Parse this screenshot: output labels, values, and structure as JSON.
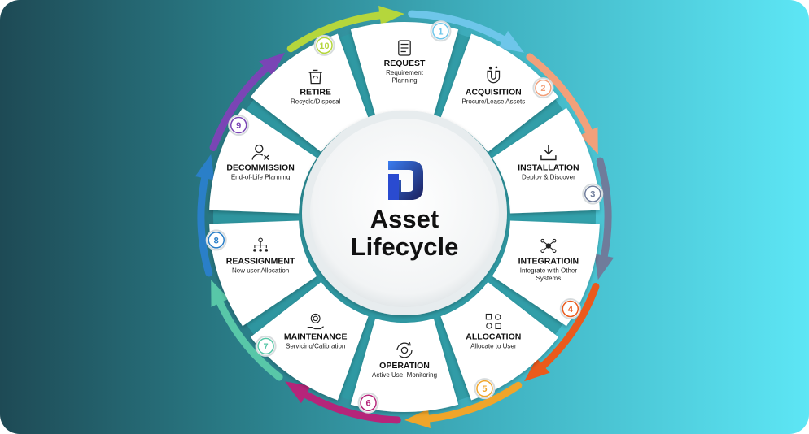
{
  "title": {
    "line1": "Asset",
    "line2": "Lifecycle"
  },
  "steps": [
    {
      "number": "1",
      "title": "REQUEST",
      "subtitle": [
        "Requirement",
        "Planning"
      ],
      "icon": "checklist-icon",
      "color": "#6ec6ea"
    },
    {
      "number": "2",
      "title": "ACQUISITION",
      "subtitle": [
        "Procure/Lease Assets"
      ],
      "icon": "magnet-icon",
      "color": "#f2a07a"
    },
    {
      "number": "3",
      "title": "INSTALLATION",
      "subtitle": [
        "Deploy & Discover"
      ],
      "icon": "download-icon",
      "color": "#6f7c9b"
    },
    {
      "number": "4",
      "title": "INTEGRATIOIN",
      "subtitle": [
        "Integrate with Other",
        "Systems"
      ],
      "icon": "integration-icon",
      "color": "#ea5a1c"
    },
    {
      "number": "5",
      "title": "ALLOCATION",
      "subtitle": [
        "Allocate to User"
      ],
      "icon": "network-icon",
      "color": "#f0a52a"
    },
    {
      "number": "6",
      "title": "OPERATION",
      "subtitle": [
        "Active Use, Monitoring"
      ],
      "icon": "cycle-gear-icon",
      "color": "#b5257a"
    },
    {
      "number": "7",
      "title": "MAINTENANCE",
      "subtitle": [
        "Servicing/Calibration"
      ],
      "icon": "hand-fingerprint-icon",
      "color": "#58c7a8"
    },
    {
      "number": "8",
      "title": "REASSIGNMENT",
      "subtitle": [
        "New user Allocation"
      ],
      "icon": "hierarchy-icon",
      "color": "#2a7fc8"
    },
    {
      "number": "9",
      "title": "DECOMMISSION",
      "subtitle": [
        "End-of-Life Planning"
      ],
      "icon": "user-remove-icon",
      "color": "#7a45b5"
    },
    {
      "number": "10",
      "title": "RETIRE",
      "subtitle": [
        "Recycle/Disposal"
      ],
      "icon": "recycle-bin-icon",
      "color": "#b5d63c"
    }
  ]
}
